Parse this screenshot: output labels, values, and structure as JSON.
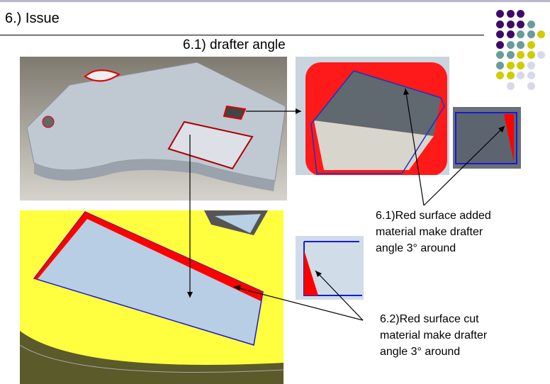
{
  "header": {
    "title": "6.) Issue",
    "subtitle": "6.1) drafter angle"
  },
  "notes": [
    {
      "lines": [
        "6.1)Red surface added",
        "material make drafter",
        "angle 3°  around"
      ]
    },
    {
      "lines": [
        "6.2)Red surface cut",
        "material make drafter",
        "angle 3°  around"
      ]
    }
  ],
  "colors": {
    "purple": "#3f0a6a",
    "teal": "#6a9c9c",
    "yellow": "#d0cc00",
    "lavender": "#d8d8ec",
    "red": "#ff0000",
    "blue": "#1a1ad0",
    "highlight": "#ffff40"
  }
}
